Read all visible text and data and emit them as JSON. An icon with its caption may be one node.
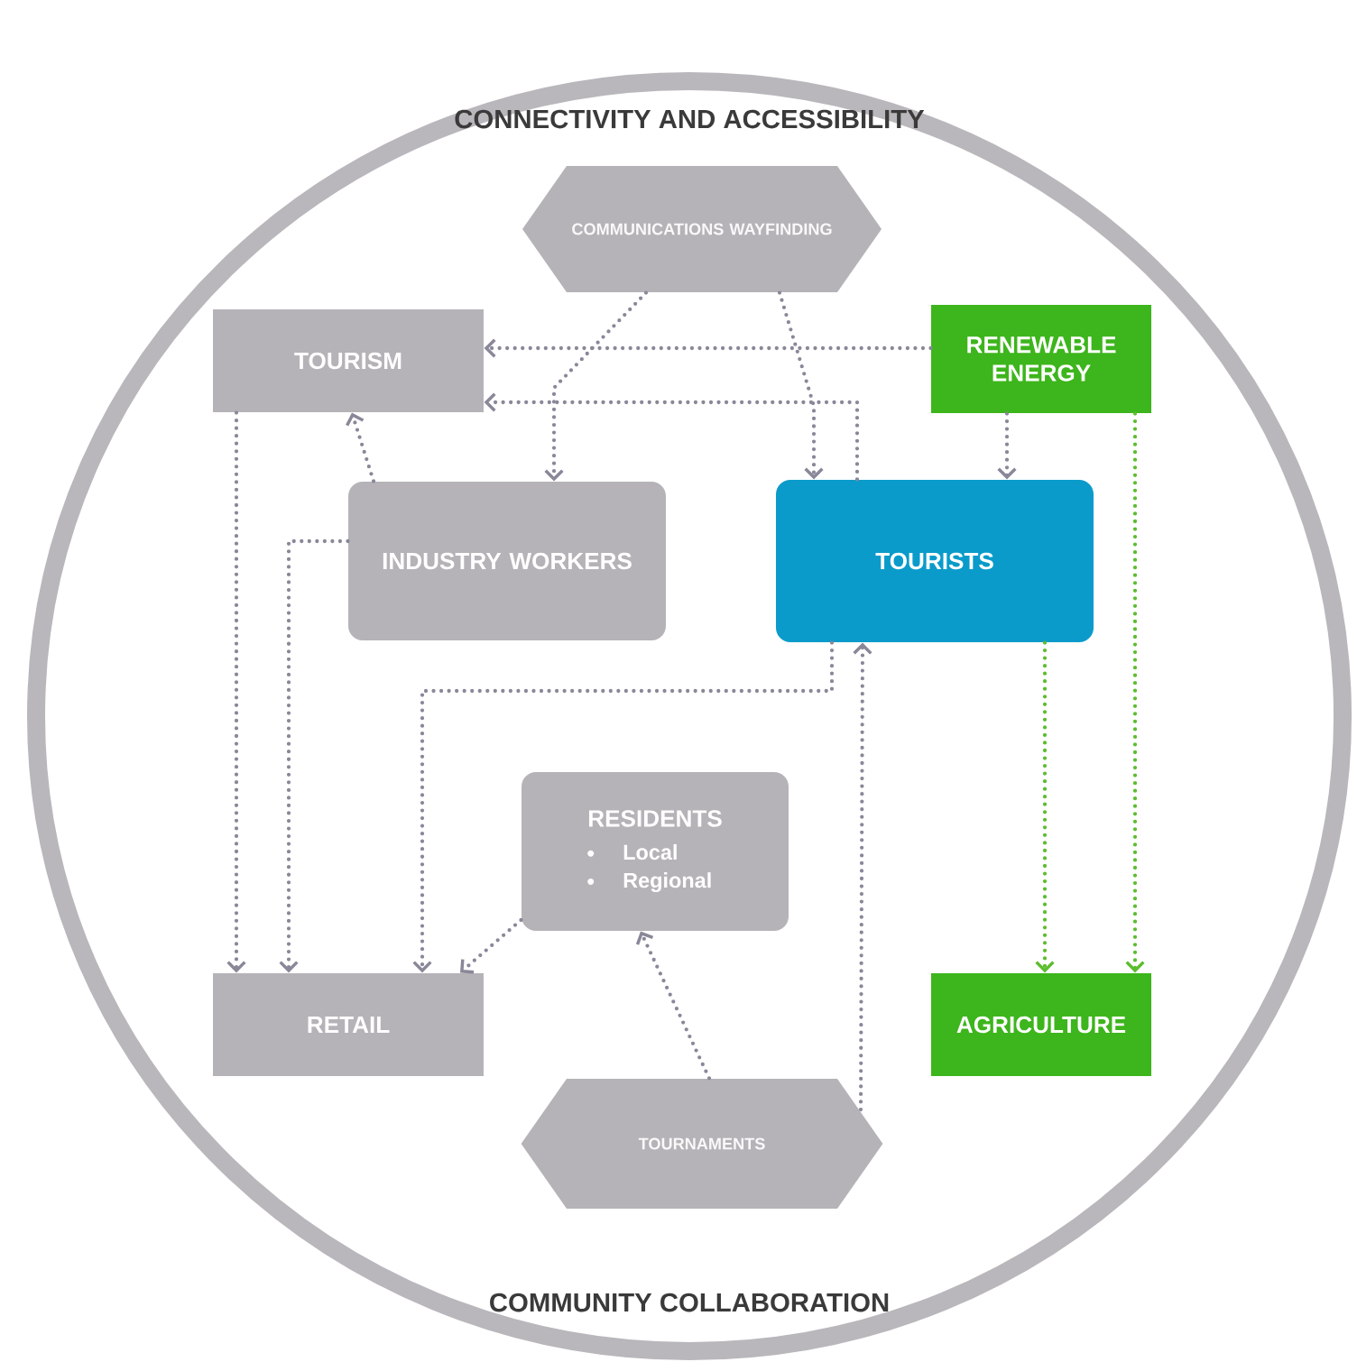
{
  "diagram": {
    "nodes": [
      {
        "text": [
          "COMMUNICATIONS WAYFINDING"
        ]
      },
      {
        "text": [
          "TOURISM"
        ]
      },
      {
        "text": [
          "RENEWABLE ENERGY"
        ]
      },
      {
        "text": [
          "INDUSTRY WORKERS"
        ]
      },
      {
        "text": [
          "TOURISTS"
        ]
      },
      {
        "text": [
          "RESIDENTS",
          "Local",
          "Regional"
        ]
      },
      {
        "text": [
          "RETAIL"
        ]
      },
      {
        "text": [
          "AGRICULTURE"
        ]
      },
      {
        "text": [
          "TOURNAMENTS"
        ]
      }
    ],
    "edges": [
      {
        "from": 0,
        "to": 3,
        "arrow": "to"
      },
      {
        "from": 0,
        "to": 4,
        "arrow": "to"
      },
      {
        "from": 2,
        "to": 1,
        "arrow": "to"
      },
      {
        "from": 4,
        "to": 1,
        "arrow": "to"
      },
      {
        "from": 3,
        "to": 1,
        "arrow": "to"
      },
      {
        "from": 2,
        "to": 4,
        "arrow": "to"
      },
      {
        "from": 2,
        "to": 7,
        "arrow": "to",
        "color": "#5cbd2e"
      },
      {
        "from": 4,
        "to": 7,
        "arrow": "to",
        "color": "#5cbd2e"
      },
      {
        "from": 1,
        "to": 6,
        "arrow": "to"
      },
      {
        "from": 3,
        "to": 6,
        "arrow": "to"
      },
      {
        "from": 4,
        "to": 6,
        "arrow": "to"
      },
      {
        "from": 5,
        "to": 6,
        "arrow": "to"
      },
      {
        "from": 8,
        "to": 5,
        "arrow": "to"
      },
      {
        "from": 8,
        "to": 4,
        "arrow": "to"
      }
    ],
    "labels": [
      "CONNECTIVITY AND ACCESSIBILITY",
      "COMMUNITY COLLABORATION"
    ]
  }
}
